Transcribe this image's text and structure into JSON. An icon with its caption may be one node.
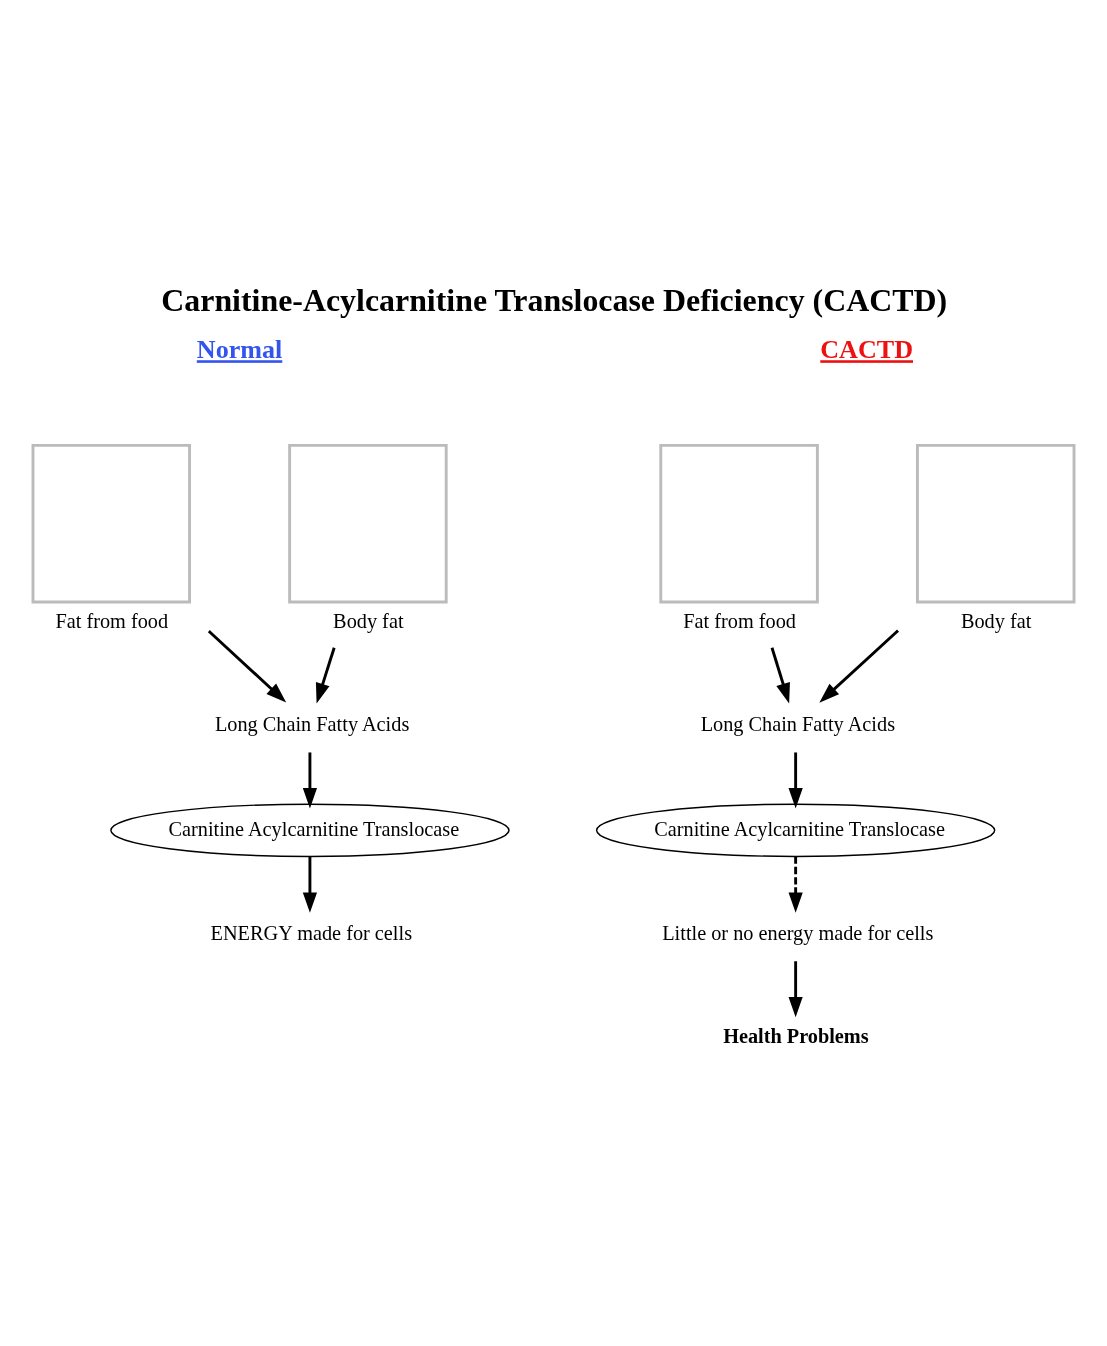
{
  "diagram": {
    "title": "Carnitine-Acylcarnitine Translocase Deficiency (CACTD)",
    "nodes": [
      {
        "text": [],
        "shape": "box",
        "beside": [
          "Fat from food"
        ]
      },
      {
        "text": [],
        "shape": "box",
        "beside": [
          "Body fat"
        ]
      },
      {
        "text": [
          "Long Chain Fatty Acids"
        ]
      },
      {
        "text": [
          "Carnitine Acylcarnitine Translocase"
        ]
      },
      {
        "text": [
          "ENERGY made for cells"
        ]
      },
      {
        "text": [],
        "shape": "box",
        "beside": [
          "Fat from food"
        ]
      },
      {
        "text": [],
        "shape": "box",
        "beside": [
          "Body fat"
        ]
      },
      {
        "text": [
          "Long Chain Fatty Acids"
        ]
      },
      {
        "text": [
          "Carnitine Acylcarnitine Translocase"
        ]
      },
      {
        "text": [
          "Little or no energy made for cells"
        ]
      },
      {
        "text": [
          "Health Problems"
        ]
      }
    ],
    "edges": [
      {
        "from": 0,
        "to": 2,
        "arrow": "to"
      },
      {
        "from": 1,
        "to": 2,
        "arrow": "to"
      },
      {
        "from": 2,
        "to": 3,
        "arrow": "to"
      },
      {
        "from": 3,
        "to": 4,
        "arrow": "to"
      },
      {
        "from": 5,
        "to": 7,
        "arrow": "to"
      },
      {
        "from": 6,
        "to": 7,
        "arrow": "to"
      },
      {
        "from": 7,
        "to": 8,
        "arrow": "to"
      },
      {
        "from": 8,
        "to": 9,
        "arrow": "to",
        "style": "dashed"
      },
      {
        "from": 9,
        "to": 10,
        "arrow": "to"
      }
    ],
    "labels": [
      "Normal",
      "CACTD"
    ]
  }
}
